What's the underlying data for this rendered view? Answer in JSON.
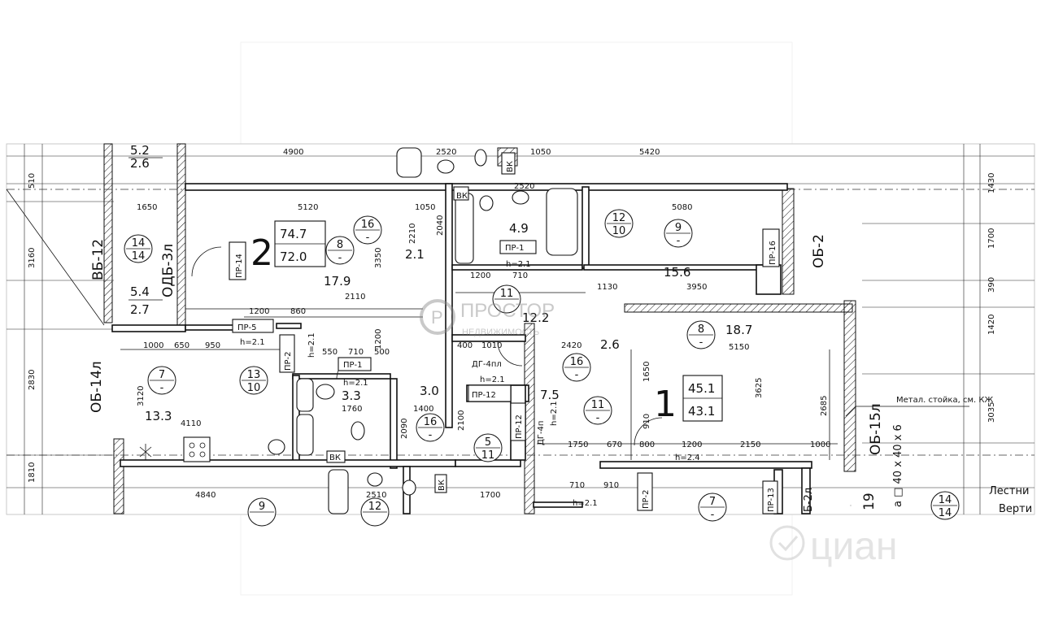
{
  "apartments": [
    {
      "number": "2",
      "total_area": "74.7",
      "living_area": "72.0"
    },
    {
      "number": "1",
      "total_area": "45.1",
      "living_area": "43.1"
    }
  ],
  "rooms": [
    {
      "id": "16",
      "value": "-",
      "area": ""
    },
    {
      "id": "8",
      "value": "-",
      "area": "17.9"
    },
    {
      "id": "14",
      "value": "14",
      "area": ""
    },
    {
      "id": "7",
      "value": "-",
      "area": "13.3"
    },
    {
      "id": "13",
      "value": "10",
      "area": ""
    },
    {
      "id": "11",
      "value": "",
      "area": "12.2"
    },
    {
      "id": "12",
      "value": "10",
      "area": ""
    },
    {
      "id": "9",
      "value": "-",
      "area": "15.6"
    },
    {
      "id": "8",
      "value": "-",
      "area": "18.7"
    },
    {
      "id": "16",
      "value": "-",
      "area": "2.6"
    },
    {
      "id": "11",
      "value": "-",
      "area": "7.5"
    },
    {
      "id": "5",
      "value": "11",
      "area": ""
    },
    {
      "id": "16",
      "value": "-",
      "area": "3.0"
    }
  ],
  "small_areas": [
    "5.2",
    "2.6",
    "5.4",
    "2.7",
    "2.1",
    "4.9",
    "3.3"
  ],
  "element_labels": [
    "ВБ-12",
    "ОДБ-3л",
    "ПР-14",
    "ОБ-14л",
    "ПР-5",
    "ПР-2",
    "ПР-1",
    "ПР-1",
    "ПР-16",
    "ОБ-2",
    "ДГ-4пл",
    "ПР-12",
    "ПР-12",
    "ДГ-4п",
    "ОБ-15л",
    "ПР-2",
    "ПР-13",
    "Б-2л"
  ],
  "height_marks": [
    "h=2.1",
    "h=2.1",
    "h=2.1",
    "h=2.1",
    "h=2.1",
    "h=2.1",
    "h=2.4",
    "h=2.1"
  ],
  "dimensions": {
    "top": [
      "4900",
      "2520",
      "1050",
      "5420"
    ],
    "row2": [
      "1650",
      "5120",
      "1050",
      "2520",
      "5080"
    ],
    "left": [
      "510",
      "3160",
      "2830",
      "1810"
    ],
    "right": [
      "1430",
      "1700",
      "390",
      "1420",
      "3035"
    ],
    "misc": [
      "1200",
      "860",
      "2110",
      "3350",
      "2210",
      "2040",
      "1200",
      "710",
      "1130",
      "3950",
      "1000",
      "650",
      "950",
      "550",
      "710",
      "500",
      "1200",
      "1010",
      "400",
      "2420",
      "5150",
      "3120",
      "1760",
      "1400",
      "4110",
      "2090",
      "2100",
      "1750",
      "670",
      "800",
      "1200",
      "2150",
      "1000",
      "4840",
      "2510",
      "1700",
      "710",
      "910",
      "3625",
      "2685",
      "1650",
      "910"
    ]
  },
  "fixtures": [
    "ВК",
    "ВК",
    "ВК",
    "ВК"
  ],
  "annotations": {
    "column": "Метал. стойка, см. КЖ",
    "profile": "а □ 40 х 40 х 6",
    "axis_mark": "19",
    "stair_label": "Лестни",
    "stair_sub": "Верти"
  },
  "bottom_circles": [
    {
      "id": "9"
    },
    {
      "id": "12"
    },
    {
      "id": "7",
      "value": "-"
    },
    {
      "id": "14",
      "value": "14"
    }
  ],
  "watermarks": {
    "prostor": "ПРОСТОР",
    "prostor_sub": "НЕДВИЖИМОСТЬ",
    "cian": "циан"
  }
}
